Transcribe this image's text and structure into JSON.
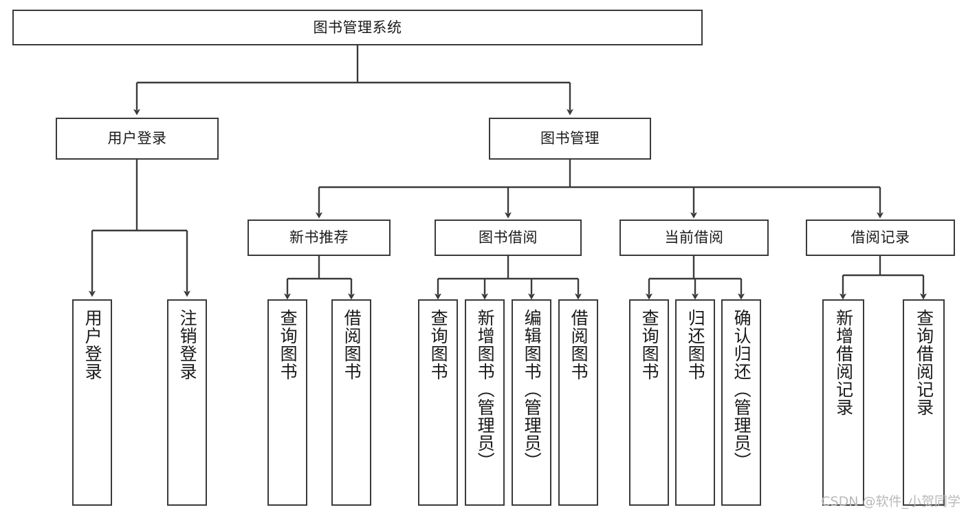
{
  "diagram": {
    "type": "tree",
    "title": "图书管理系统",
    "orientation": "top-down",
    "line_color": "#3a3a3a",
    "box_fill": "#ffffff",
    "text_color": "#1a1a1a"
  },
  "nodes": {
    "root": {
      "label": "图书管理系统"
    },
    "level2": [
      {
        "label": "用户登录"
      },
      {
        "label": "图书管理"
      }
    ],
    "level3": [
      {
        "label": "新书推荐"
      },
      {
        "label": "图书借阅"
      },
      {
        "label": "当前借阅"
      },
      {
        "label": "借阅记录"
      }
    ],
    "leaves_user_login": [
      {
        "label": "用户登录"
      },
      {
        "label": "注销登录"
      }
    ],
    "leaves_new_book": [
      {
        "label": "查询图书"
      },
      {
        "label": "借阅图书"
      }
    ],
    "leaves_borrow": [
      {
        "label": "查询图书"
      },
      {
        "label": "新增图书（管理员）"
      },
      {
        "label": "编辑图书（管理员）"
      },
      {
        "label": "借阅图书"
      }
    ],
    "leaves_current": [
      {
        "label": "查询图书"
      },
      {
        "label": "归还图书"
      },
      {
        "label": "确认归还（管理员）"
      }
    ],
    "leaves_records": [
      {
        "label": "新增借阅记录"
      },
      {
        "label": "查询借阅记录"
      }
    ]
  },
  "watermark": {
    "text": "CSDN @软件_小贺同学"
  }
}
